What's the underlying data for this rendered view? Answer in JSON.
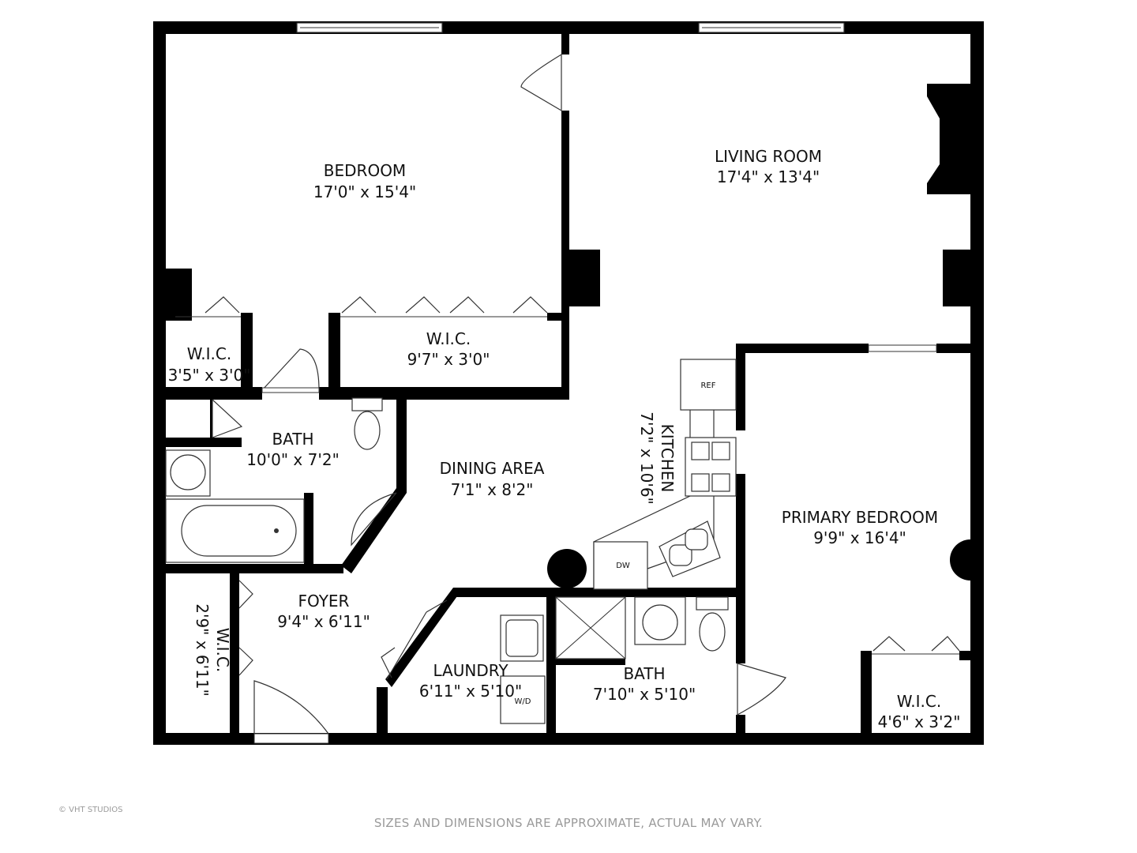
{
  "rooms": {
    "bedroom": {
      "name": "BEDROOM",
      "dims": "17'0\" x 15'4\""
    },
    "living_room": {
      "name": "LIVING ROOM",
      "dims": "17'4\" x 13'4\""
    },
    "wic_small": {
      "name": "W.I.C.",
      "dims": "3'5\" x 3'0\""
    },
    "wic_bedroom": {
      "name": "W.I.C.",
      "dims": "9'7\" x 3'0\""
    },
    "bath_main": {
      "name": "BATH",
      "dims": "10'0\" x 7'2\""
    },
    "dining_area": {
      "name": "DINING AREA",
      "dims": "7'1\" x 8'2\""
    },
    "kitchen": {
      "name": "KITCHEN",
      "dims": "7'2\" x 10'6\""
    },
    "primary_bedroom": {
      "name": "PRIMARY BEDROOM",
      "dims": "9'9\" x 16'4\""
    },
    "foyer": {
      "name": "FOYER",
      "dims": "9'4\" x 6'11\""
    },
    "wic_foyer": {
      "name": "W.I.C.",
      "dims": "2'9\" x 6'11\""
    },
    "laundry": {
      "name": "LAUNDRY",
      "dims": "6'11\" x 5'10\""
    },
    "bath_second": {
      "name": "BATH",
      "dims": "7'10\" x 5'10\""
    },
    "wic_primary": {
      "name": "W.I.C.",
      "dims": "4'6\" x 3'2\""
    }
  },
  "fixtures": {
    "refrigerator": "REF",
    "dishwasher": "DW",
    "washer_dryer": "W/D"
  },
  "footer": {
    "credit": "© VHT STUDIOS",
    "disclaimer": "SIZES AND DIMENSIONS ARE APPROXIMATE, ACTUAL MAY VARY."
  },
  "colors": {
    "wall": "#000000",
    "background": "#ffffff",
    "footer_text": "#9a9a9a"
  }
}
